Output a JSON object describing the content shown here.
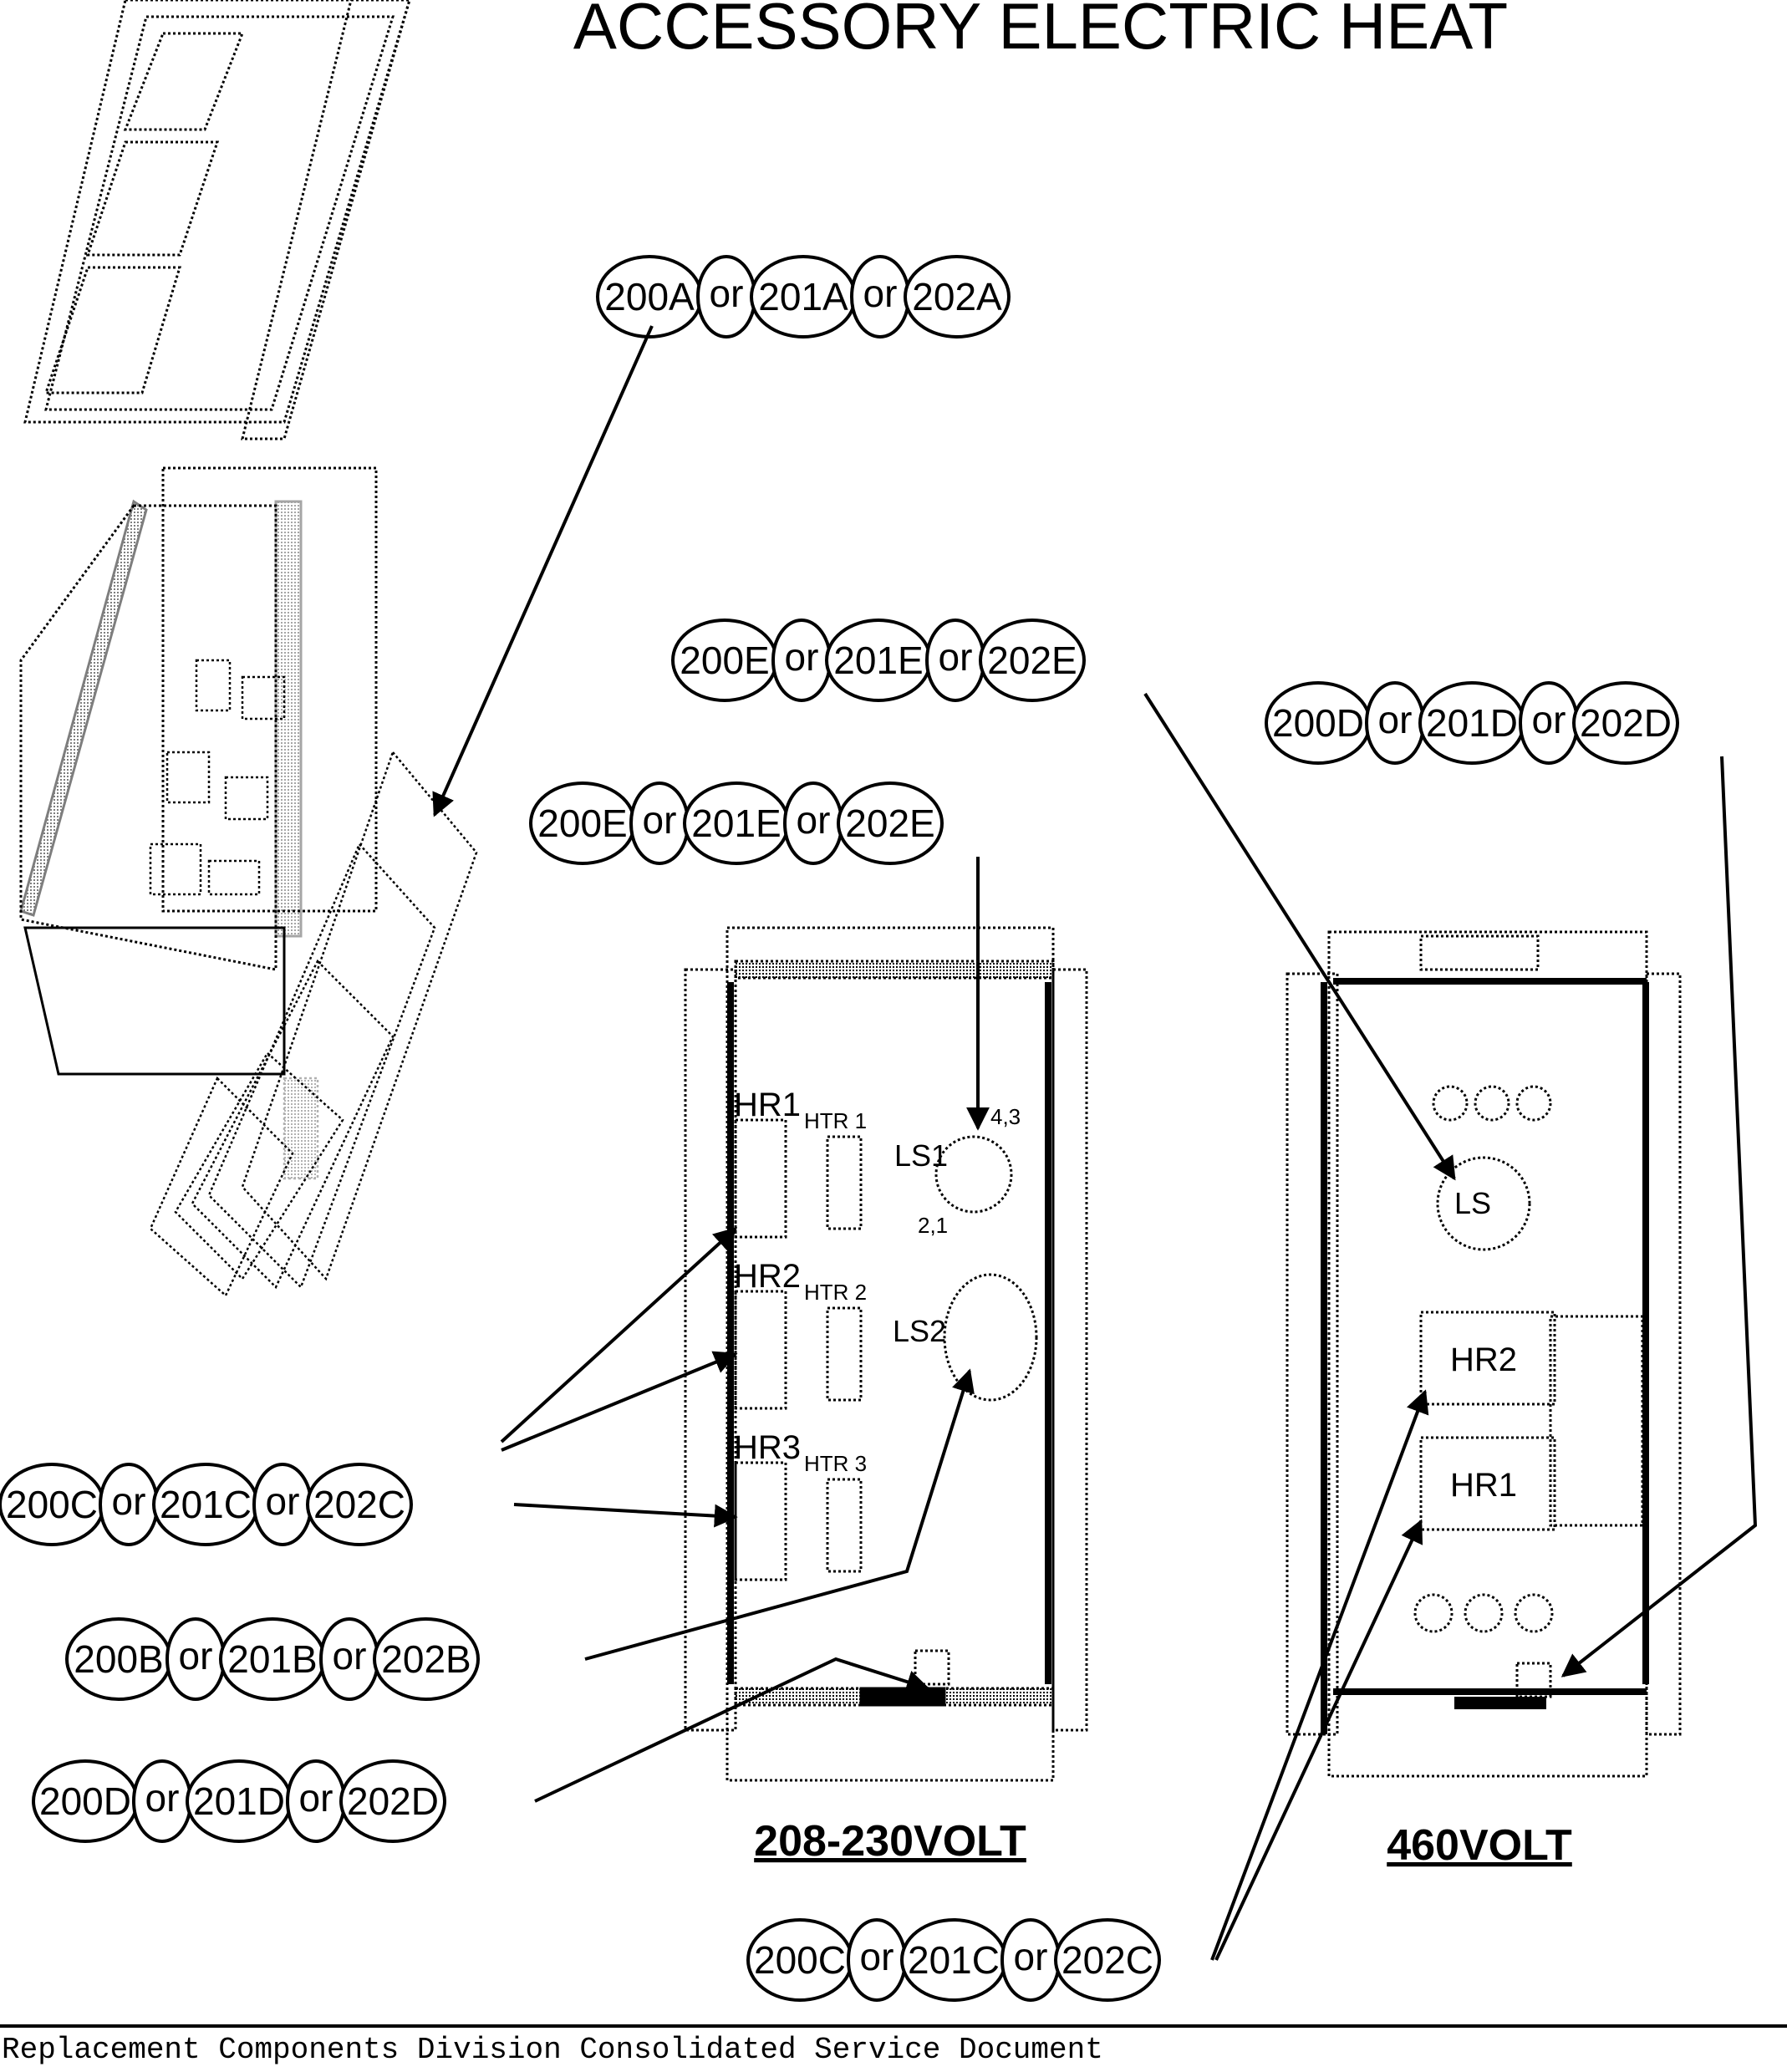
{
  "title": "ACCESSORY ELECTRIC HEAT",
  "panel_left_label": "208-230VOLT",
  "panel_right_label": "460VOLT",
  "footer_text": "Replacement Components Division    Consolidated Service Document",
  "connector": "or",
  "callout_groups": [
    {
      "id": "A",
      "parts": [
        "200A",
        "201A",
        "202A"
      ]
    },
    {
      "id": "E-top",
      "parts": [
        "200E",
        "201E",
        "202E"
      ]
    },
    {
      "id": "D-right",
      "parts": [
        "200D",
        "201D",
        "202D"
      ]
    },
    {
      "id": "E-mid",
      "parts": [
        "200E",
        "201E",
        "202E"
      ]
    },
    {
      "id": "C-left",
      "parts": [
        "200C",
        "201C",
        "202C"
      ]
    },
    {
      "id": "B",
      "parts": [
        "200B",
        "201B",
        "202B"
      ]
    },
    {
      "id": "D-left",
      "parts": [
        "200D",
        "201D",
        "202D"
      ]
    },
    {
      "id": "C-bottom",
      "parts": [
        "200C",
        "201C",
        "202C"
      ]
    }
  ],
  "left_panel_labels": {
    "hr1": "HR1",
    "hr2": "HR2",
    "hr3": "HR3",
    "htr1": "HTR 1",
    "htr2": "HTR 2",
    "htr3": "HTR 3",
    "ls1": "LS1",
    "ls2": "LS2",
    "t43": "4,3",
    "t21": "2,1"
  },
  "right_panel_labels": {
    "ls": "LS",
    "hr2": "HR2",
    "hr1": "HR1"
  }
}
